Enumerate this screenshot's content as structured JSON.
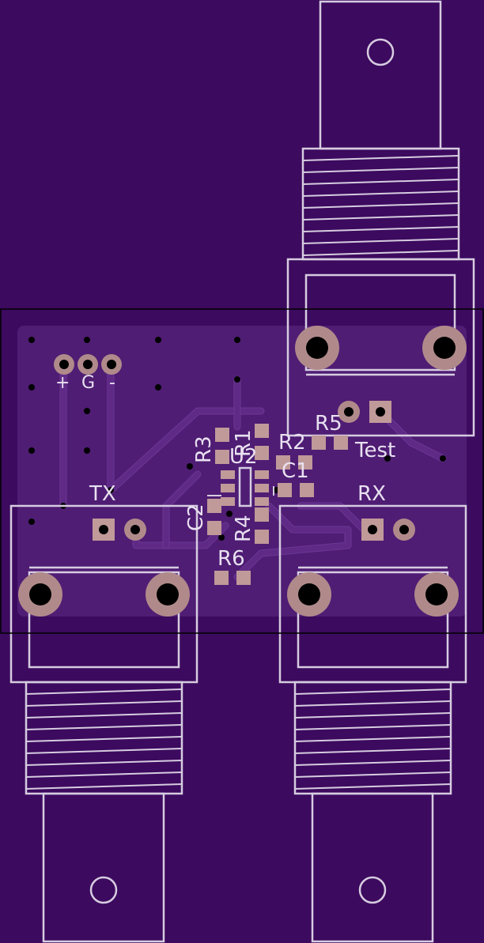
{
  "board": {
    "colors": {
      "substrate": "#3c0a5e",
      "copper_pour": "#4f1d74",
      "silkscreen": "#d6cce0",
      "pad": "#b08a8a",
      "outline": "#000000"
    }
  },
  "power_header": {
    "plus": "+",
    "ground": "G",
    "minus": "-"
  },
  "connectors": {
    "tx": "TX",
    "rx": "RX",
    "test": "Test"
  },
  "components": {
    "r1": "R1",
    "r2": "R2",
    "r3": "R3",
    "r4": "R4",
    "r5": "R5",
    "r6": "R6",
    "c1": "C1",
    "c2": "C2",
    "u2": "U2"
  }
}
